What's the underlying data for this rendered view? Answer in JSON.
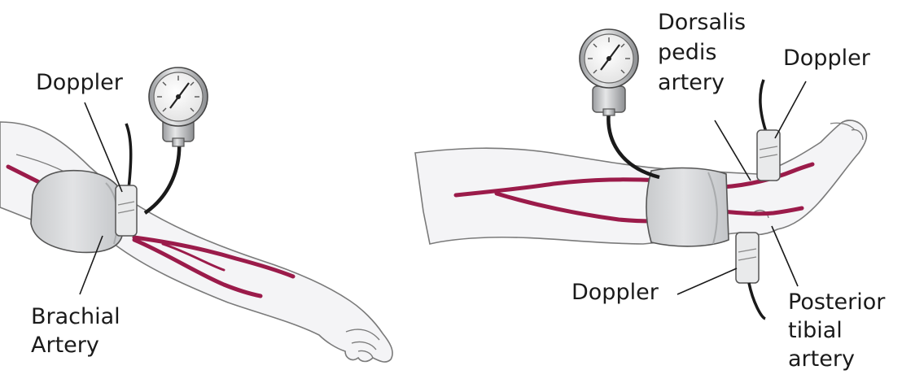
{
  "arm": {
    "doppler_label": "Doppler",
    "artery_label": [
      "Brachial",
      "Artery"
    ]
  },
  "leg": {
    "dorsalis_label": [
      "Dorsalis",
      "pedis",
      "artery"
    ],
    "doppler_top_label": "Doppler",
    "doppler_bottom_label": "Doppler",
    "posterior_label": [
      "Posterior",
      "tibial",
      "artery"
    ]
  },
  "colors": {
    "skin": "#f4f4f6",
    "outline": "#7a7a7a",
    "artery": "#9b1b4a",
    "cuff": "#d7d9db",
    "cuff_shadow": "#b9bcbf",
    "line": "#1a1a1a"
  },
  "icons": {
    "gauge": "sphygmomanometer-gauge-icon",
    "probe": "doppler-probe-icon"
  }
}
